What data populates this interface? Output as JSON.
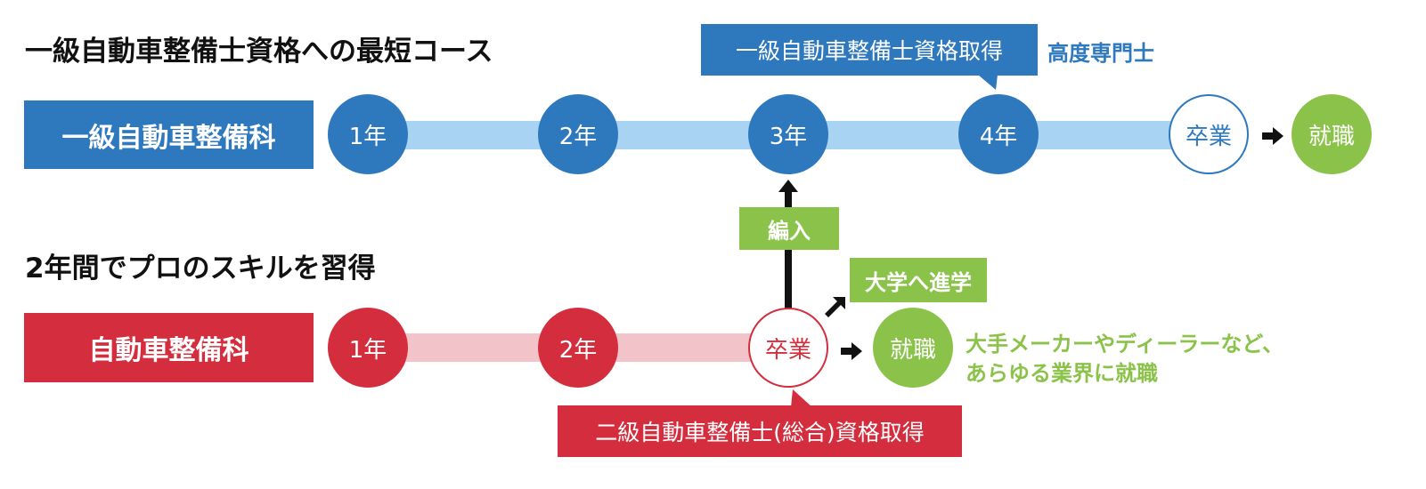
{
  "course_top": {
    "heading": "一級自動車整備士資格への最短コース",
    "department": "一級自動車整備科",
    "years": [
      "1年",
      "2年",
      "3年",
      "4年"
    ],
    "graduation": "卒業",
    "employment": "就職",
    "certification": "一級自動車整備士資格取得",
    "title_earned": "高度専門士"
  },
  "course_bottom": {
    "heading": "2年間でプロのスキルを習得",
    "department": "自動車整備科",
    "years": [
      "1年",
      "2年"
    ],
    "graduation": "卒業",
    "employment": "就職",
    "employment_note_line1": "大手メーカーやディーラーなど、",
    "employment_note_line2": "あらゆる業界に就職",
    "university": "大学へ進学",
    "transfer": "編入",
    "certification": "二級自動車整備士(総合)資格取得"
  },
  "colors": {
    "blue": "#2e78bd",
    "light_blue": "#a9d3f3",
    "red": "#d42e3e",
    "light_red": "#f2c3c8",
    "green": "#8bc34a"
  },
  "icons": {
    "arrow_right": "right-arrow-icon",
    "arrow_up": "up-arrow-icon",
    "arrow_diagonal": "diagonal-arrow-icon"
  }
}
